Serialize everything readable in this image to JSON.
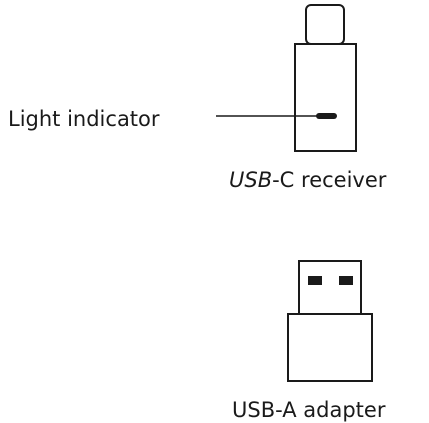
{
  "labels": {
    "light_indicator": "Light indicator",
    "usbc_receiver_italic": "USB",
    "usbc_receiver_rest": "-C receiver",
    "usba_adapter": "USB-A adapter"
  },
  "colors": {
    "stroke": "#1a1a1a",
    "background": "#ffffff"
  }
}
